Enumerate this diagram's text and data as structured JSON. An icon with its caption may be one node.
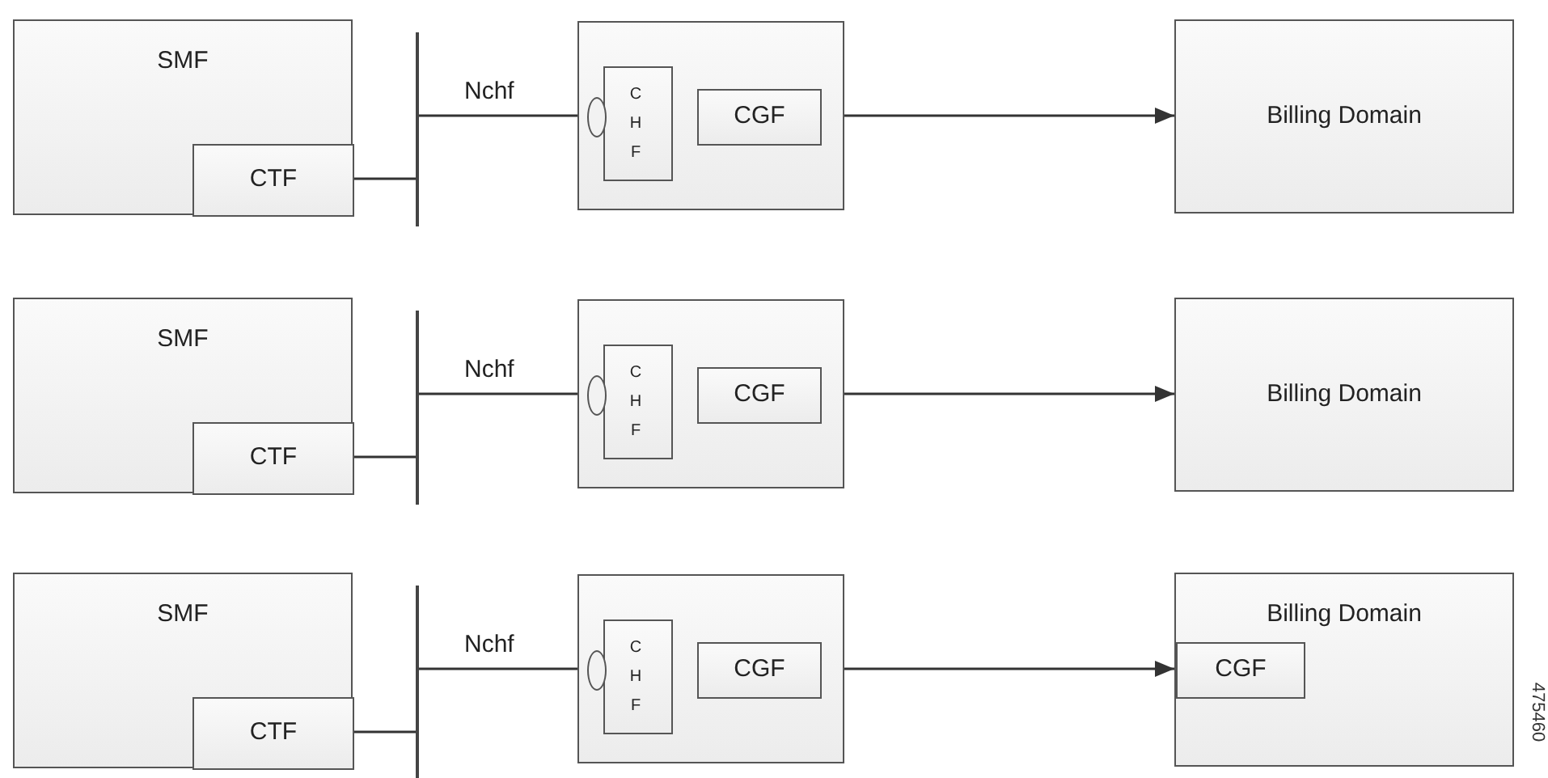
{
  "diagram": {
    "nodes": [
      {
        "text": [
          "SMF"
        ]
      },
      {
        "text": [
          "CTF"
        ],
        "in": 0
      },
      {
        "text": [],
        "shape": "bar"
      },
      {
        "text": [],
        "shape": "box"
      },
      {
        "text": [
          "C H F"
        ],
        "in": 3
      },
      {
        "text": [],
        "shape": "ellipse",
        "in": 3
      },
      {
        "text": [
          "CGF"
        ],
        "in": 3
      },
      {
        "text": [
          "Billing Domain"
        ]
      },
      {
        "text": [
          "SMF"
        ]
      },
      {
        "text": [
          "CTF"
        ],
        "in": 8
      },
      {
        "text": [],
        "shape": "bar"
      },
      {
        "text": [],
        "shape": "box"
      },
      {
        "text": [
          "C H F"
        ],
        "in": 11
      },
      {
        "text": [],
        "shape": "ellipse",
        "in": 11
      },
      {
        "text": [
          "CGF"
        ],
        "in": 11
      },
      {
        "text": [
          "Billing Domain"
        ]
      },
      {
        "text": [
          "SMF"
        ]
      },
      {
        "text": [
          "CTF"
        ],
        "in": 16
      },
      {
        "text": [],
        "shape": "bar"
      },
      {
        "text": [],
        "shape": "box"
      },
      {
        "text": [
          "C H F"
        ],
        "in": 19
      },
      {
        "text": [],
        "shape": "ellipse",
        "in": 19
      },
      {
        "text": [
          "CGF"
        ],
        "in": 19
      },
      {
        "text": [
          "Billing Domain"
        ]
      },
      {
        "text": [
          "CGF"
        ],
        "in": 23
      }
    ],
    "edges": [
      {
        "from": 1,
        "to": 2,
        "arrow": "none"
      },
      {
        "from": 2,
        "to": 5,
        "arrow": "none",
        "label": "Nchf"
      },
      {
        "from": 3,
        "to": 7,
        "arrow": "to"
      },
      {
        "from": 9,
        "to": 10,
        "arrow": "none"
      },
      {
        "from": 10,
        "to": 13,
        "arrow": "none",
        "label": "Nchf"
      },
      {
        "from": 11,
        "to": 15,
        "arrow": "to"
      },
      {
        "from": 17,
        "to": 18,
        "arrow": "none"
      },
      {
        "from": 18,
        "to": 21,
        "arrow": "none",
        "label": "Nchf"
      },
      {
        "from": 19,
        "to": 24,
        "arrow": "to"
      }
    ],
    "labels": [
      "475460"
    ]
  }
}
